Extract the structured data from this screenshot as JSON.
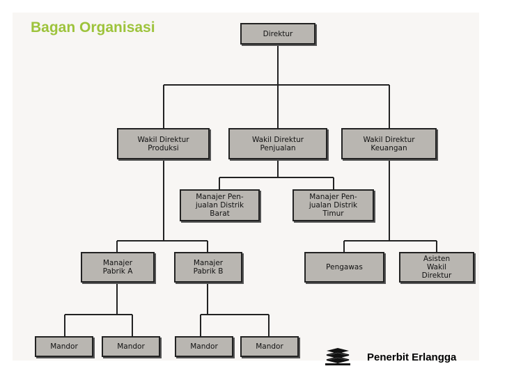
{
  "title": "Bagan Organisasi",
  "publisher": "Penerbit Erlangga",
  "logo_icon": "stacked-books-logo",
  "nodes": {
    "direktur": "Direktur",
    "wd_produksi": "Wakil Direktur\nProduksi",
    "wd_penjualan": "Wakil Direktur\nPenjualan",
    "wd_keuangan": "Wakil Direktur\nKeuangan",
    "mp_barat": "Manajer Pen-\njualan Distrik\nBarat",
    "mp_timur": "Manajer Pen-\njualan Distrik\nTimur",
    "pabrik_a": "Manajer\nPabrik A",
    "pabrik_b": "Manajer\nPabrik B",
    "pengawas": "Pengawas",
    "asisten": "Asisten\nWakil\nDirektur",
    "mandor_1": "Mandor",
    "mandor_2": "Mandor",
    "mandor_3": "Mandor",
    "mandor_4": "Mandor"
  }
}
